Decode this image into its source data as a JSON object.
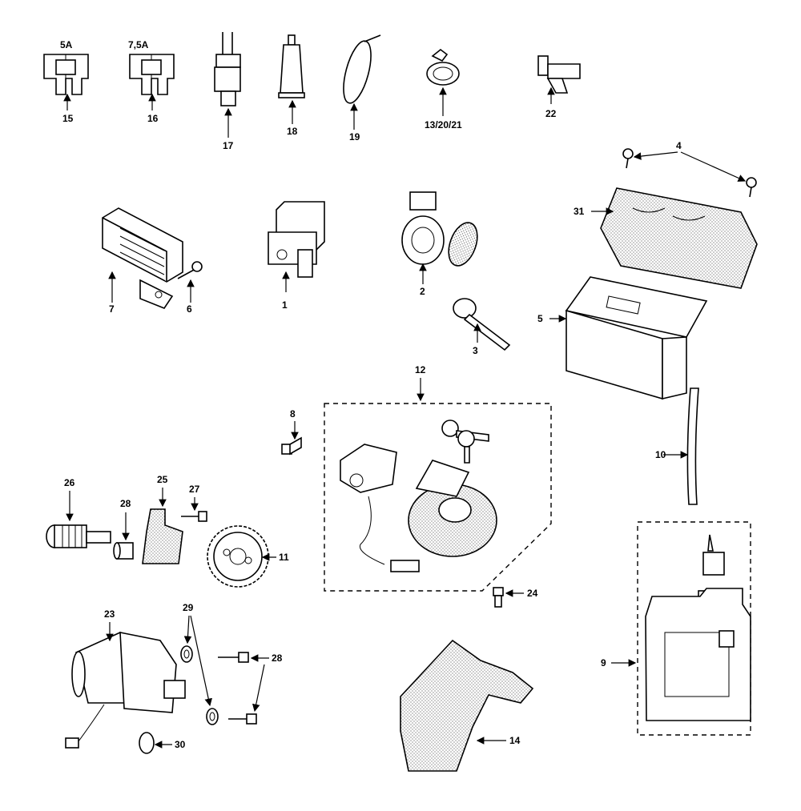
{
  "callouts": [
    {
      "id": "c15",
      "text": "15"
    },
    {
      "id": "c16",
      "text": "16"
    },
    {
      "id": "c17",
      "text": "17"
    },
    {
      "id": "c18",
      "text": "18"
    },
    {
      "id": "c19",
      "text": "19"
    },
    {
      "id": "c13",
      "text": "13/20/21"
    },
    {
      "id": "c22",
      "text": "22"
    },
    {
      "id": "c7",
      "text": "7"
    },
    {
      "id": "c6",
      "text": "6"
    },
    {
      "id": "c1",
      "text": "1"
    },
    {
      "id": "c2",
      "text": "2"
    },
    {
      "id": "c3",
      "text": "3"
    },
    {
      "id": "c4",
      "text": "4"
    },
    {
      "id": "c31",
      "text": "31"
    },
    {
      "id": "c5",
      "text": "5"
    },
    {
      "id": "c10",
      "text": "10"
    },
    {
      "id": "c12",
      "text": "12"
    },
    {
      "id": "c8",
      "text": "8"
    },
    {
      "id": "c24",
      "text": "24"
    },
    {
      "id": "c26",
      "text": "26"
    },
    {
      "id": "c28a",
      "text": "28"
    },
    {
      "id": "c25",
      "text": "25"
    },
    {
      "id": "c27",
      "text": "27"
    },
    {
      "id": "c11",
      "text": "11"
    },
    {
      "id": "c23",
      "text": "23"
    },
    {
      "id": "c29",
      "text": "29"
    },
    {
      "id": "c28b",
      "text": "28"
    },
    {
      "id": "c9",
      "text": "9"
    },
    {
      "id": "c14",
      "text": "14"
    },
    {
      "id": "c30",
      "text": "30"
    }
  ],
  "fuse_ratings": {
    "fuse15": "5A",
    "fuse16": "7,5A"
  }
}
